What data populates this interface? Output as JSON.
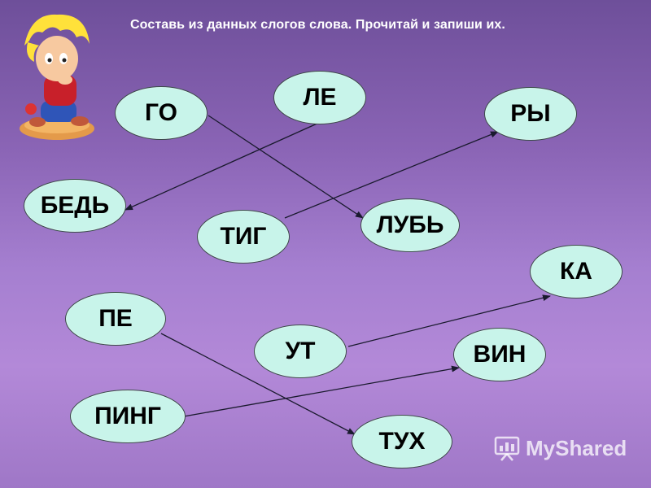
{
  "instruction": "Составь из данных слогов слова. Прочитай и запиши их.",
  "syllables": {
    "go": "ГО",
    "le": "ЛЕ",
    "ry": "РЫ",
    "bed": "БЕДЬ",
    "tig": "ТИГ",
    "lyub": "ЛУБЬ",
    "ka": "КА",
    "pe": "ПЕ",
    "ut": "УТ",
    "vin": "ВИН",
    "ping": "ПИНГ",
    "tukh": "ТУХ"
  },
  "watermark": "MyShared",
  "colors": {
    "bubble_fill": "#c8f4ea",
    "arrow": "#1a1a2e",
    "background_top": "#6e4f9a",
    "background_bottom": "#b389d8"
  }
}
